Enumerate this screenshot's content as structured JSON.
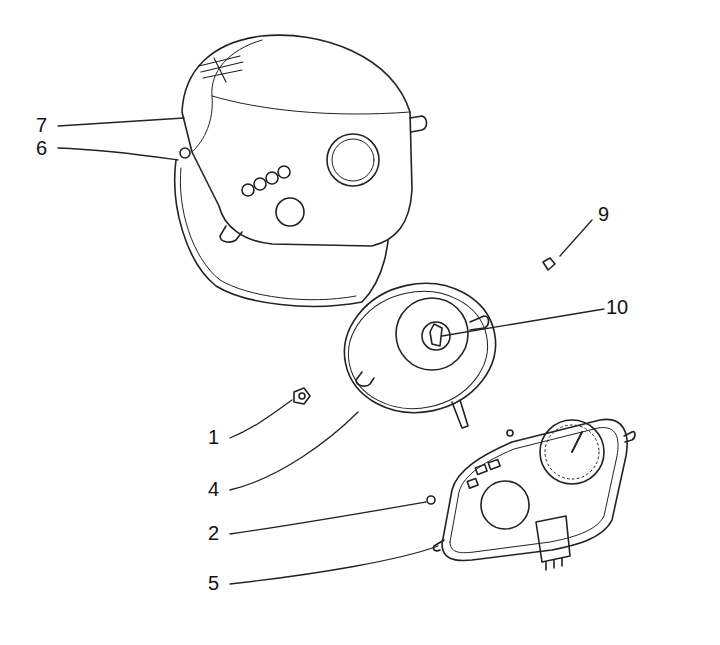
{
  "diagram": {
    "labels": [
      "7",
      "6",
      "9",
      "10",
      "1",
      "4",
      "2",
      "5"
    ]
  }
}
